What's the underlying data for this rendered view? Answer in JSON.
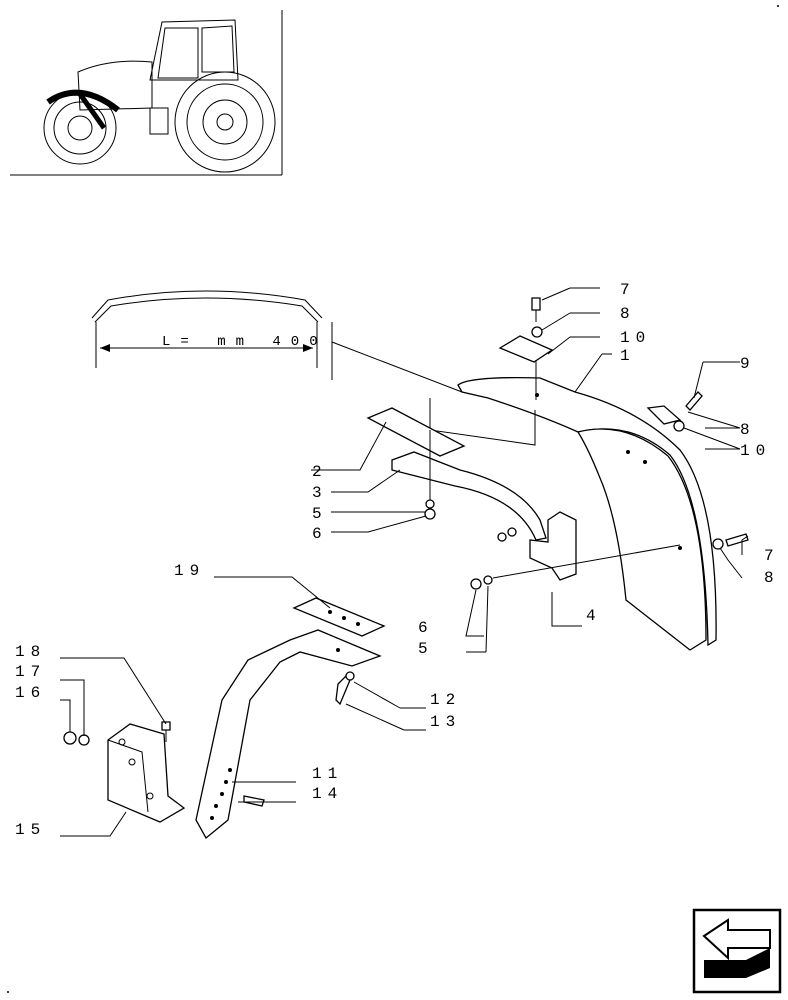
{
  "dimension": {
    "text": "L=  mm 400"
  },
  "callouts": {
    "c1": "1",
    "c2": "2",
    "c3": "3",
    "c4": "4",
    "c5a": "5",
    "c5b": "5",
    "c6a": "6",
    "c6b": "6",
    "c7a": "7",
    "c7b": "7",
    "c8a": "8",
    "c8b": "8",
    "c8c": "8",
    "c9": "9",
    "c10a": "10",
    "c10b": "10",
    "c11": "11",
    "c12": "12",
    "c13": "13",
    "c14": "14",
    "c15": "15",
    "c16": "16",
    "c17": "17",
    "c18": "18",
    "c19": "19"
  },
  "icons": {
    "thumbnail": "tractor-locator-thumbnail",
    "nav": "next-page-arrow-icon"
  }
}
